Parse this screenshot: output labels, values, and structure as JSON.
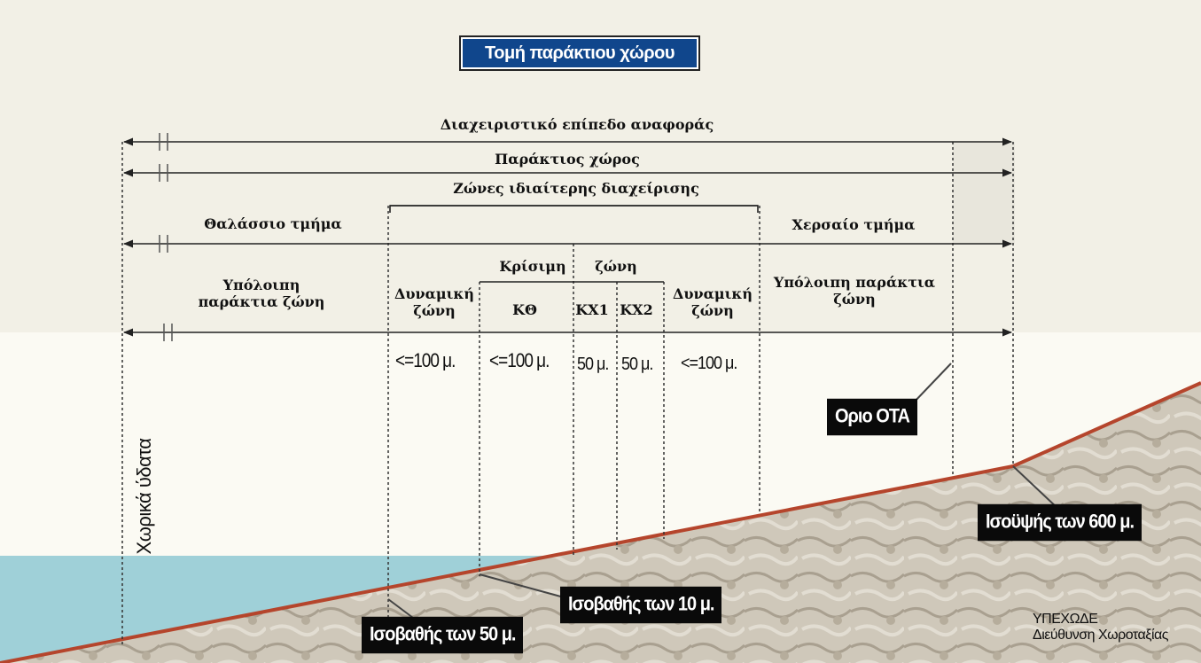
{
  "title": "Τομή παράκτιου χώρου",
  "levels": {
    "reference": "Διαχειριστικό επίπεδο αναφοράς",
    "coastal_space": "Παράκτιος χώρος",
    "special_zones": "Ζώνες ιδιαίτερης διαχείρισης",
    "marine_part": "Θαλάσσιο τμήμα",
    "land_part": "Χερσαίο τμήμα"
  },
  "zones": {
    "rest_marine": "Υπόλοιπη παράκτια ζώνη",
    "dynamic_marine": "Δυναμική ζώνη",
    "critical_word1": "Κρίσιμη",
    "critical_word2": "ζώνη",
    "kth": "ΚΘ",
    "kx1": "ΚΧ1",
    "kx2": "ΚΧ2",
    "dynamic_land": "Δυναμική ζώνη",
    "rest_land": "Υπόλοιπη παράκτια ζώνη"
  },
  "distances": {
    "dynamic_marine": "<=100 μ.",
    "kth": "<=100 μ.",
    "kx1": "50 μ.",
    "kx2": "50 μ.",
    "dynamic_land": "<=100 μ."
  },
  "territorial_waters": "Χωρικά ύδατα",
  "callouts": {
    "ota": "Οριο ΟΤΑ",
    "contour_600": "Ισοϋψής των 600 μ.",
    "isobath_10": "Ισοβαθής των 10 μ.",
    "isobath_50": "Ισοβαθής των 50 μ."
  },
  "source": {
    "line1": "ΥΠΕΧΩΔΕ",
    "line2": "Διεύθυνση Χωροταξίας"
  },
  "colors": {
    "sea": "#9fd0d8",
    "land": "#c9c1b2",
    "shore_line": "#b5452c",
    "title_bg": "#10468c",
    "callout_bg": "#0a0a0a"
  }
}
